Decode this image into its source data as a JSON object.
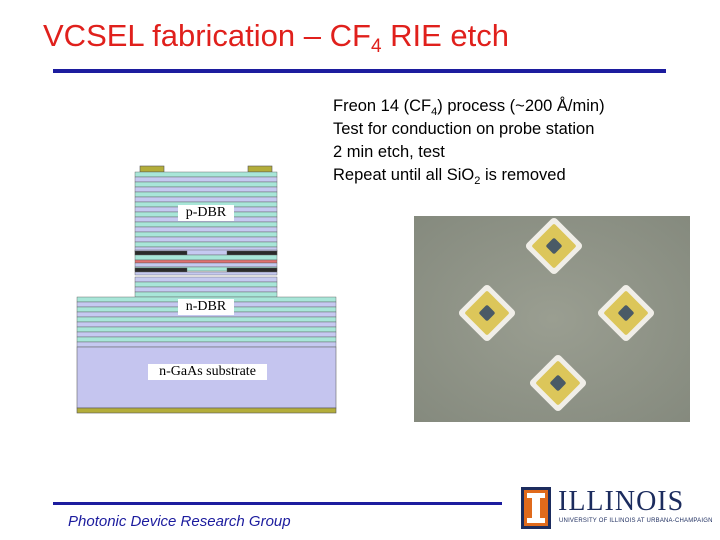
{
  "title": {
    "main": "VCSEL fabrication – CF",
    "sub": "4",
    "rest": " RIE etch"
  },
  "bullets": [
    {
      "pre": "Freon 14 (CF",
      "sub": "4",
      "post": ") process (~200 Å/min)"
    },
    {
      "pre": "Test for conduction on probe station",
      "sub": "",
      "post": ""
    },
    {
      "pre": "2 min etch, test",
      "sub": "",
      "post": ""
    },
    {
      "pre": "Repeat until all SiO",
      "sub": "2",
      "post": " is removed"
    }
  ],
  "diagram": {
    "p_dbr_label": "p-DBR",
    "n_dbr_label": "n-DBR",
    "substrate_label": "n-GaAs substrate"
  },
  "footer": {
    "group": "Photonic Device Research Group"
  },
  "logo": {
    "word": "ILLINOIS",
    "sub": "UNIVERSITY OF ILLINOIS AT URBANA-CHAMPAIGN"
  },
  "colors": {
    "title": "#e0201c",
    "rule": "#1c1c9e",
    "dbr_light": "#a8e6d8",
    "dbr_blue": "#c5c9f0",
    "substrate": "#c5c5ef",
    "contact": "#b3ad3a",
    "oxide": "#2a2a2a",
    "active": "#e07070"
  }
}
